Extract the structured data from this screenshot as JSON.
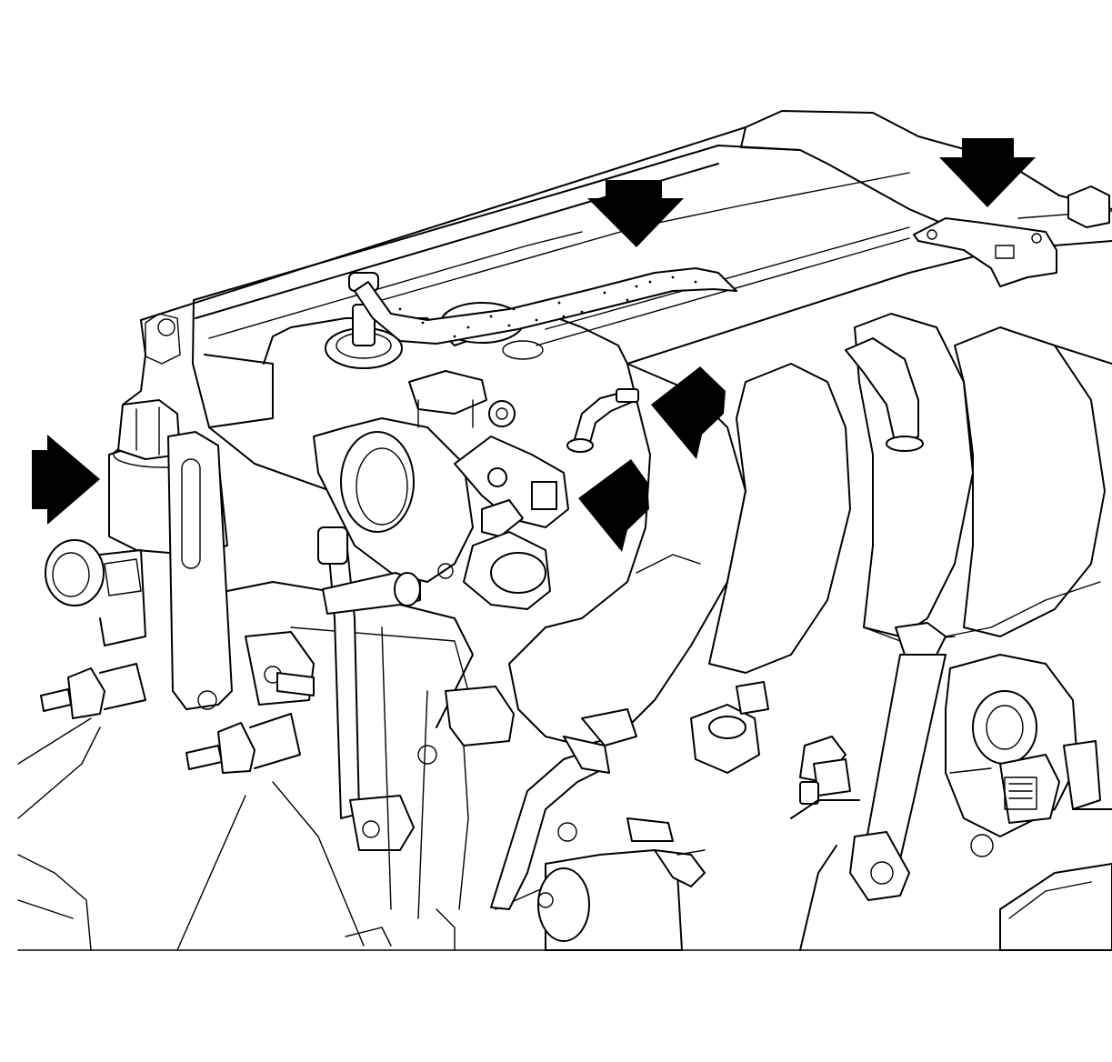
{
  "illustration": {
    "subject": "",
    "line_color": "#000000",
    "background_color": "#ffffff"
  },
  "callout_arrows": [
    {
      "id": "arrow-left-idle-air-valve",
      "direction": "right"
    },
    {
      "id": "arrow-top-hose",
      "direction": "down"
    },
    {
      "id": "arrow-top-right-bracket",
      "direction": "down"
    },
    {
      "id": "arrow-throttle-body-fitting",
      "direction": "down-left"
    },
    {
      "id": "arrow-throttle-position-sensor",
      "direction": "down-left"
    }
  ]
}
